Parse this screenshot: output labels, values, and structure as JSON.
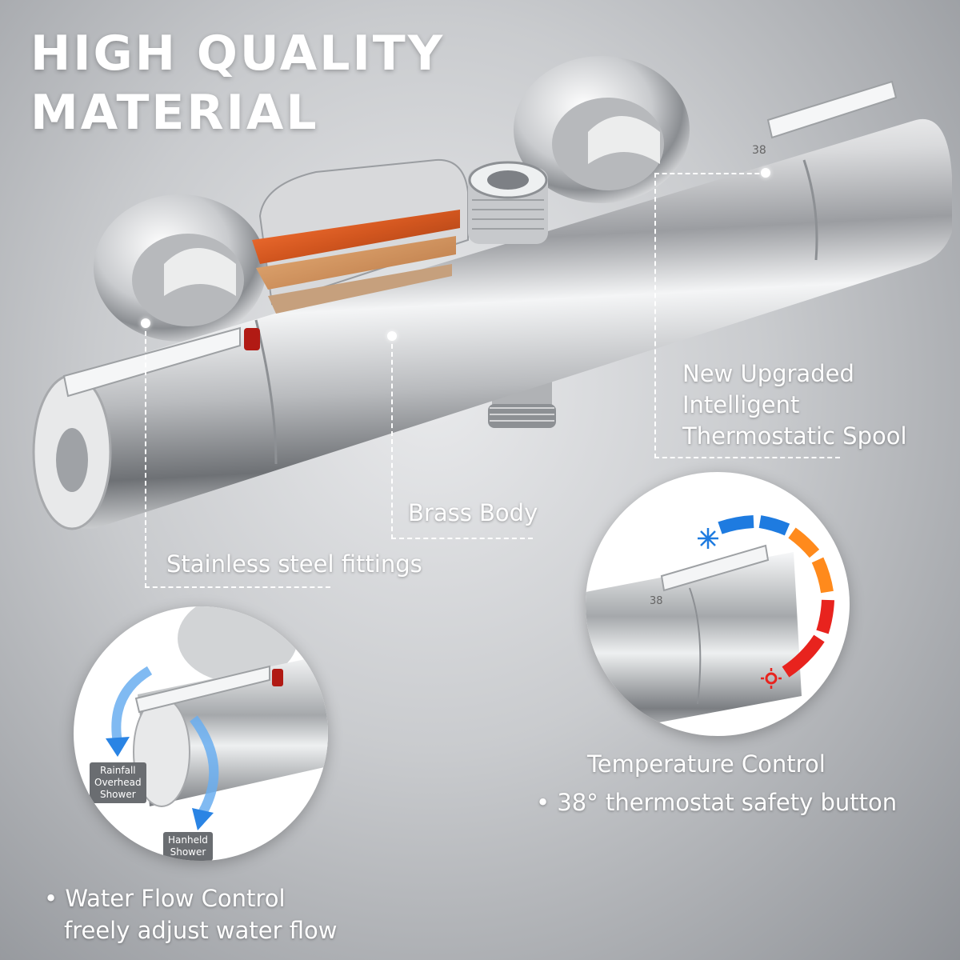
{
  "headline": {
    "line1": "HIGH QUALITY",
    "line2": "MATERIAL"
  },
  "callouts": {
    "spool": {
      "line1": "New Upgraded",
      "line2": "Intelligent",
      "line3": "Thermostatic Spool"
    },
    "body": "Brass Body",
    "fittings": "Stainless steel fittings"
  },
  "temperature": {
    "title": "Temperature Control",
    "subtitle": "• 38° thermostat safety button",
    "dial_mark": "38"
  },
  "waterflow": {
    "title": "• Water Flow Control",
    "subtitle": "freely adjust water flow",
    "outlet_top": {
      "line1": "Rainfall",
      "line2": "Overhead",
      "line3": "Shower"
    },
    "outlet_bottom": {
      "line1": "Hanheld",
      "line2": "Shower"
    }
  },
  "icons": [
    "snowflake-icon",
    "sun-heat-icon",
    "flow-arrow-icon"
  ],
  "colors": {
    "cold": "#1e7be0",
    "warm": "#ff8a1c",
    "hot": "#e8231e"
  }
}
